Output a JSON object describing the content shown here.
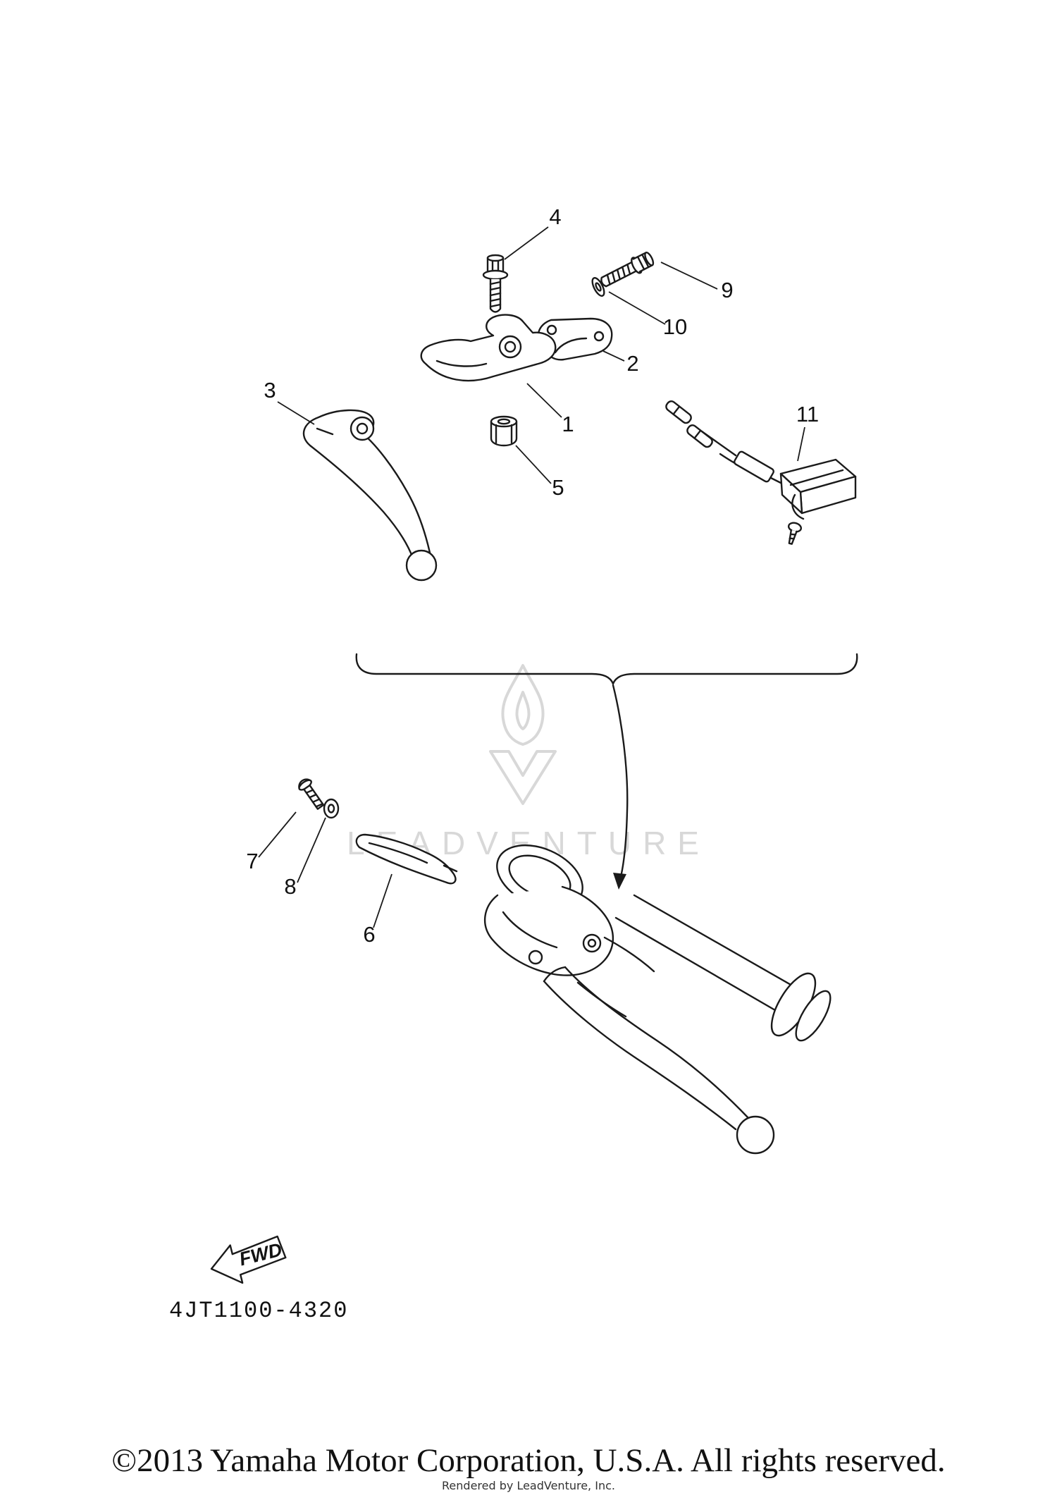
{
  "page": {
    "watermark": "LEADVENTURE",
    "fwd_label": "FWD",
    "part_code": "4JT1100-4320",
    "copyright": "©2013 Yamaha Motor Corporation, U.S.A. All rights reserved.",
    "rendered_by": "Rendered by LeadVenture, Inc."
  },
  "callouts": {
    "c1": "1",
    "c2": "2",
    "c3": "3",
    "c4": "4",
    "c5": "5",
    "c6": "6",
    "c7": "7",
    "c8": "8",
    "c9": "9",
    "c10": "10",
    "c11": "11"
  },
  "colors": {
    "line": "#1a1a1a",
    "watermark": "#d8d8d8",
    "background": "#ffffff"
  }
}
